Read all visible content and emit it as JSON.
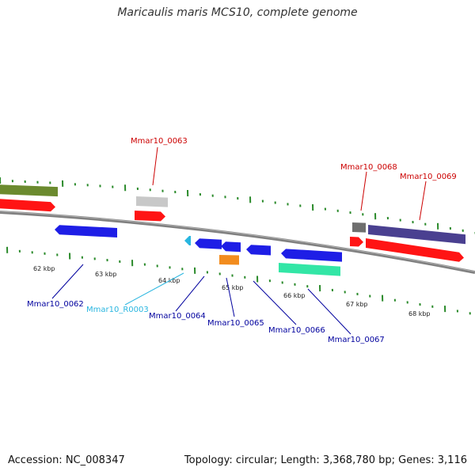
{
  "title": "Maricaulis maris MCS10, complete genome",
  "footer": {
    "accession": "Accession: NC_008347",
    "topology": "Topology: circular; Length: 3,368,780 bp; Genes: 3,116"
  },
  "scale_labels": [
    "62 kbp",
    "63 kbp",
    "64 kbp",
    "65 kbp",
    "66 kbp",
    "67 kbp",
    "68 kbp"
  ],
  "top_labels": [
    {
      "text": "Mmar10_0063",
      "color": "#cc0000"
    },
    {
      "text": "Mmar10_0068",
      "color": "#cc0000"
    },
    {
      "text": "Mmar10_0069",
      "color": "#cc0000"
    }
  ],
  "bottom_labels": [
    {
      "text": "Mmar10_0062",
      "color": "#00009e"
    },
    {
      "text": "Mmar10_R0003",
      "color": "#29b6e0"
    },
    {
      "text": "Mmar10_0064",
      "color": "#00009e"
    },
    {
      "text": "Mmar10_0065",
      "color": "#00009e"
    },
    {
      "text": "Mmar10_0066",
      "color": "#00009e"
    },
    {
      "text": "Mmar10_0067",
      "color": "#00009e"
    }
  ],
  "colors": {
    "backbone": "#808080",
    "tick": "#2a8a2a",
    "red": "#ff1414",
    "blue": "#1e1ee6",
    "olive": "#6b8a2e",
    "light_gray": "#c8c8c8",
    "dark_gray": "#6e6e6e",
    "navy": "#4a4090",
    "orange": "#f28c1e",
    "teal": "#33e6a6",
    "cyan": "#29b6e0"
  }
}
